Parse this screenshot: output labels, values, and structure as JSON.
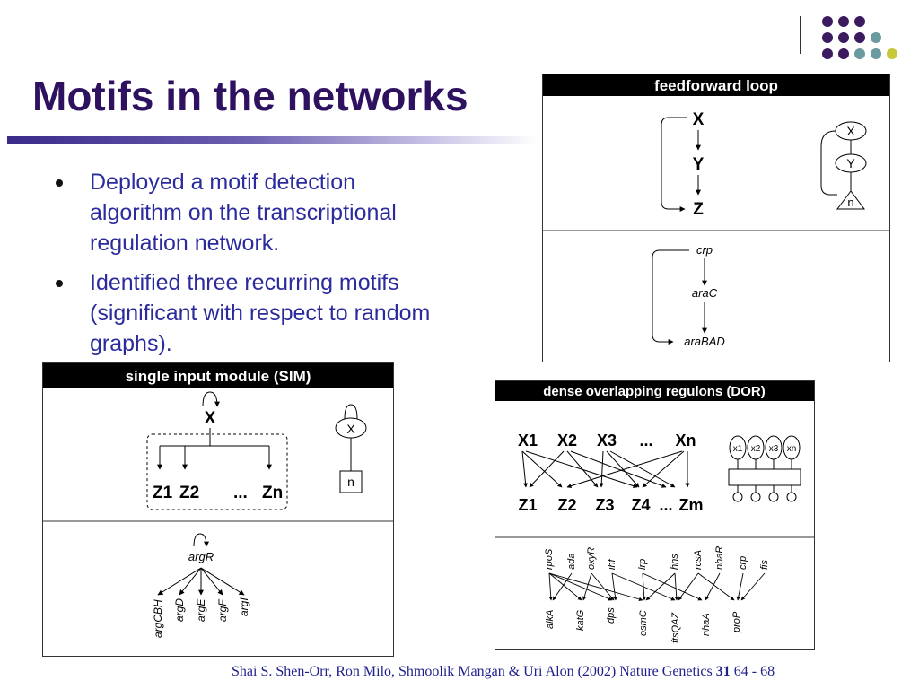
{
  "slide": {
    "title": "Motifs in the networks",
    "bullets": [
      "Deployed a motif detection algorithm on the transcriptional regulation network.",
      "Identified three recurring motifs (significant with respect to random graphs)."
    ],
    "citation": {
      "authors": "Shai S. Shen-Orr, Ron Milo, Shmoolik Mangan & Uri Alon (2002) Nature Genetics",
      "volume": "31",
      "pages": "64 - 68"
    }
  },
  "colors": {
    "title": "#2e1260",
    "bullet_text": "#2b2b9e",
    "citation": "#1e1e8c",
    "dot_purple": "#3b1a5e",
    "dot_teal": "#6b9aa0",
    "dot_yellow": "#c8c83a"
  },
  "ffl": {
    "header": "feedforward loop",
    "nodes": [
      "X",
      "Y",
      "Z"
    ],
    "schematic": [
      "X",
      "Y",
      "n"
    ],
    "example": [
      "crp",
      "araC",
      "araBAD"
    ]
  },
  "sim": {
    "header": "single input module (SIM)",
    "top": "X",
    "targets": [
      "Z1",
      "Z2",
      "...",
      "Zn"
    ],
    "schematic": [
      "X",
      "n"
    ],
    "example_top": "argR",
    "example_targets": [
      "argCBH",
      "argD",
      "argE",
      "argF",
      "argI"
    ]
  },
  "dor": {
    "header": "dense overlapping regulons (DOR)",
    "top_row": [
      "X1",
      "X2",
      "X3",
      "...",
      "Xn"
    ],
    "bottom_row": [
      "Z1",
      "Z2",
      "Z3",
      "Z4",
      "...",
      "Zm"
    ],
    "schematic": [
      "x1",
      "x2",
      "x3",
      "xn"
    ],
    "example_regulators": [
      "rpoS",
      "ada",
      "oxyR",
      "ihf",
      "lrp",
      "hns",
      "rcsA",
      "nhaR",
      "crp",
      "fis"
    ],
    "example_targets": [
      "alkA",
      "katG",
      "dps",
      "osmC",
      "ftsQAZ",
      "nhaA",
      "proP"
    ]
  }
}
